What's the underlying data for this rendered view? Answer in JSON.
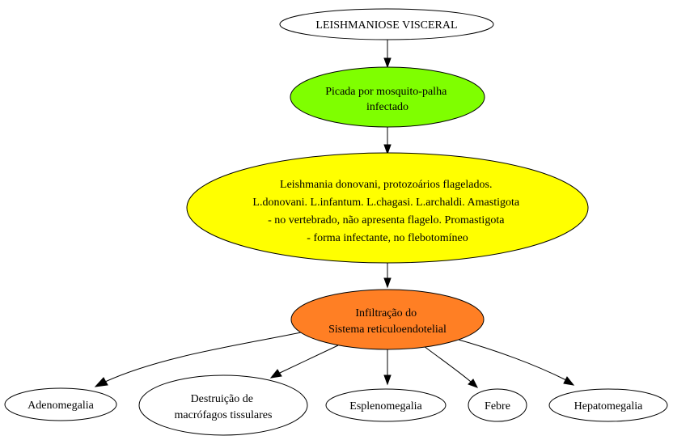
{
  "colors": {
    "background": "#ffffff",
    "stroke": "#000000",
    "bite_node_fill": "#7fff00",
    "parasite_node_fill": "#ffff00",
    "infiltration_node_fill": "#ff7f24",
    "plain_node_fill": "#ffffff"
  },
  "nodes": {
    "title": {
      "lines": [
        "LEISHMANIOSE VISCERAL"
      ]
    },
    "bite": {
      "lines": [
        "Picada por mosquito-palha",
        "infectado"
      ]
    },
    "parasite": {
      "lines": [
        "Leishmania donovani, protozoários flagelados.",
        "L.donovani. L.infantum. L.chagasi. L.archaldi. Amastigota",
        "- no vertebrado, não apresenta flagelo. Promastigota",
        "- forma infectante, no flebotomíneo"
      ]
    },
    "infiltration": {
      "lines": [
        "Infiltração do",
        "Sistema reticuloendotelial"
      ]
    },
    "adenomegalia": {
      "lines": [
        "Adenomegalia"
      ]
    },
    "destruicao": {
      "lines": [
        "Destruição de",
        "macrófagos tissulares"
      ]
    },
    "esplenomegalia": {
      "lines": [
        "Esplenomegalia"
      ]
    },
    "febre": {
      "lines": [
        "Febre"
      ]
    },
    "hepatomegalia": {
      "lines": [
        "Hepatomegalia"
      ]
    }
  },
  "edges": [
    {
      "from": "title",
      "to": "bite"
    },
    {
      "from": "bite",
      "to": "parasite"
    },
    {
      "from": "parasite",
      "to": "infiltration"
    },
    {
      "from": "infiltration",
      "to": "adenomegalia"
    },
    {
      "from": "infiltration",
      "to": "destruicao"
    },
    {
      "from": "infiltration",
      "to": "esplenomegalia"
    },
    {
      "from": "infiltration",
      "to": "febre"
    },
    {
      "from": "infiltration",
      "to": "hepatomegalia"
    }
  ]
}
